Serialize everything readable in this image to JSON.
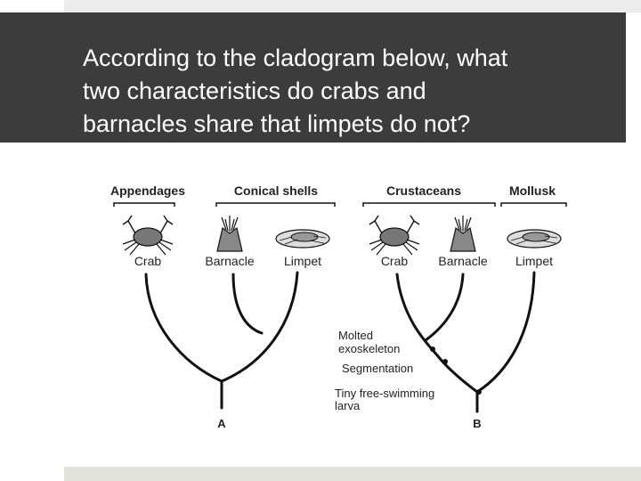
{
  "question": {
    "line1": "According to the cladogram below, what",
    "line2": "two characteristics do crabs and",
    "line3": "barnacles share that limpets do not?"
  },
  "cladogram_a": {
    "group_labels": [
      "Appendages",
      "Conical shells"
    ],
    "taxa": [
      "Crab",
      "Barnacle",
      "Limpet"
    ],
    "root_label": "A"
  },
  "cladogram_b": {
    "group_labels": [
      "Crustaceans",
      "Mollusk"
    ],
    "taxa": [
      "Crab",
      "Barnacle",
      "Limpet"
    ],
    "traits": {
      "trait1_line1": "Molted",
      "trait1_line2": "exoskeleton",
      "trait2": "Segmentation",
      "trait3_line1": "Tiny free-swimming",
      "trait3_line2": "larva"
    },
    "root_label": "B"
  },
  "colors": {
    "title_bar": "#3c3c3c",
    "title_text": "#ffffff",
    "line": "#111111"
  }
}
